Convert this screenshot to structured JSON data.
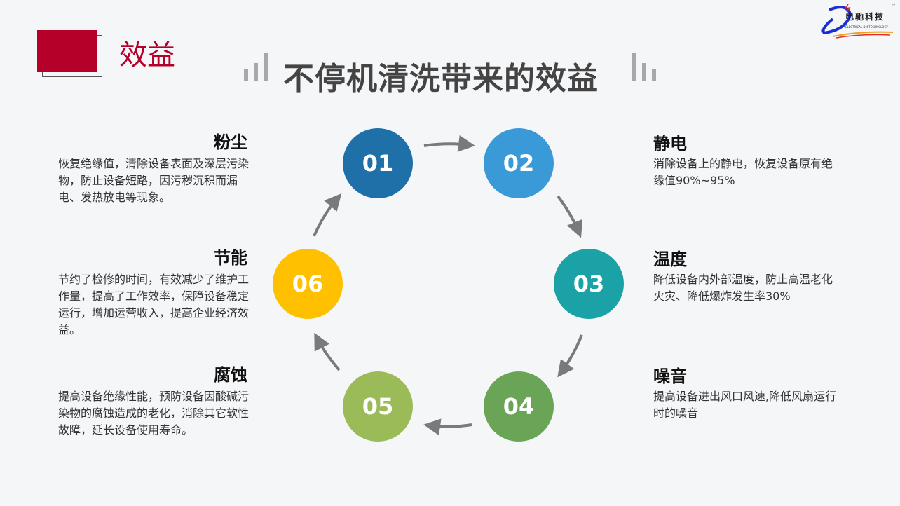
{
  "section_label": "效益",
  "title": "不停机清洗带来的效益",
  "logo": {
    "text": "电驰科技",
    "subtext": "ELECTRICAL DM TECHNOLOGY",
    "tm": "™"
  },
  "steps": [
    {
      "num": "01",
      "color": "#1f6fa9",
      "heading": "粉尘",
      "text": "恢复绝缘值，清除设备表面及深层污染物，防止设备短路，因污秽沉积而漏电、发热放电等现象。"
    },
    {
      "num": "02",
      "color": "#3a9ad8",
      "heading": "静电",
      "text": "消除设备上的静电，恢复设备原有绝缘值90%~95%"
    },
    {
      "num": "03",
      "color": "#1aa2a6",
      "heading": "温度",
      "text": "降低设备内外部温度，防止高温老化火灾、降低爆炸发生率30%"
    },
    {
      "num": "04",
      "color": "#6aa457",
      "heading": "噪音",
      "text": "提高设备进出风口风速,降低风扇运行时的噪音"
    },
    {
      "num": "05",
      "color": "#9bbb59",
      "heading": "腐蚀",
      "text": "提高设备绝缘性能，预防设备因酸碱污染物的腐蚀造成的老化，消除其它软性故障，延长设备使用寿命。"
    },
    {
      "num": "06",
      "color": "#ffc000",
      "heading": "节能",
      "text": "节约了检修的时间，有效减少了维护工作量，提高了工作效率，保障设备稳定运行，增加运营收入，提高企业经济效益。"
    }
  ]
}
